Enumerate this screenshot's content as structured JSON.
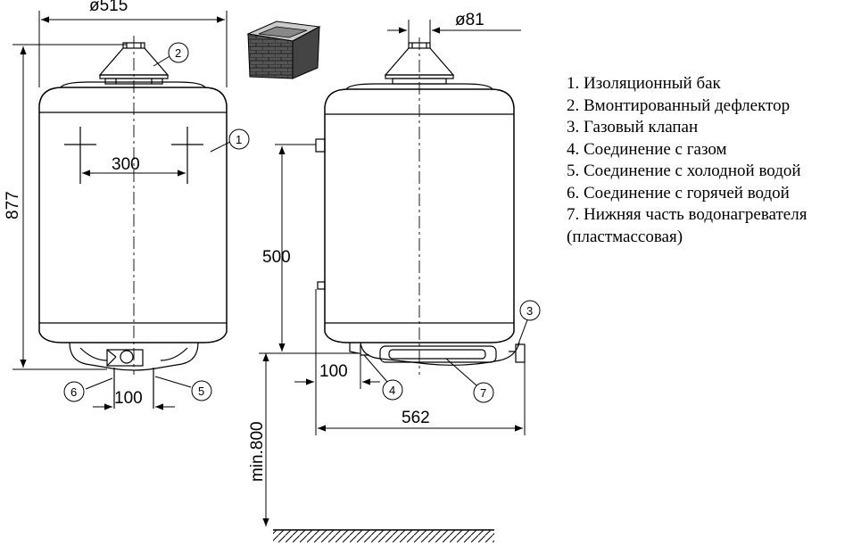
{
  "dimensions": {
    "diameter_tank": "ø515",
    "diameter_flue": "ø81",
    "height": "877",
    "inlet_spacing": "300",
    "bottom_pipe_spacing": "100",
    "side_pipe_offset": "100",
    "gas_to_water_height": "500",
    "depth": "562",
    "floor_clearance": "min.800"
  },
  "callouts": [
    "1",
    "2",
    "3",
    "4",
    "5",
    "6",
    "7"
  ],
  "legend": {
    "items": [
      "1. Изоляционный бак",
      "2. Вмонтированный дефлектор",
      "3. Газовый клапан",
      "4. Соединение с газом",
      "5. Соединение с холодной водой",
      "6. Соединение с горячей водой",
      "7. Нижняя часть водонагревателя (пластмассовая)"
    ]
  }
}
